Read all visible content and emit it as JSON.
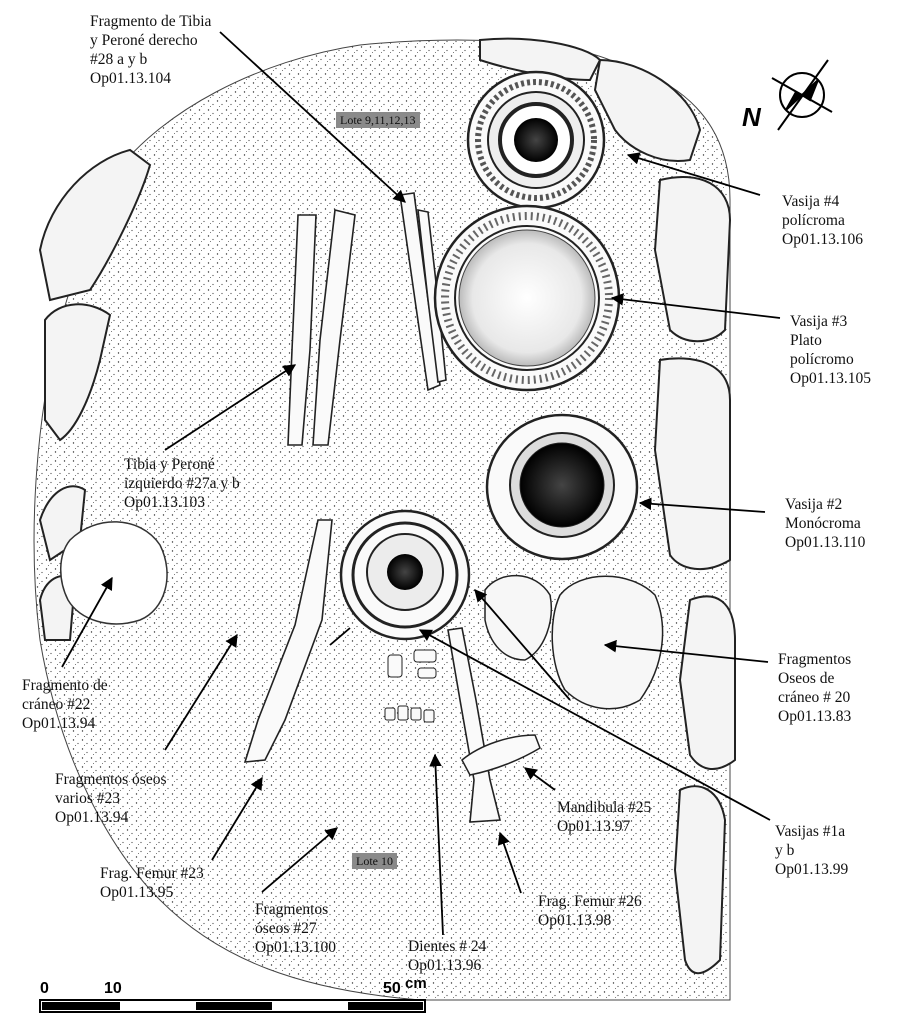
{
  "labels": {
    "tibia_derecho": [
      "Fragmento de Tibia",
      "y Peroné derecho",
      "#28 a y b",
      "Op01.13.104"
    ],
    "vasija4": [
      "Vasija #4",
      "polícroma",
      "Op01.13.106"
    ],
    "vasija3": [
      "Vasija #3",
      "Plato",
      "polícromo",
      "Op01.13.105"
    ],
    "tibia_izquierdo": [
      "Tibia y Peroné",
      "izquierdo #27a y b",
      "Op01.13.103"
    ],
    "vasija2": [
      "Vasija #2",
      "Monócroma",
      "Op01.13.110"
    ],
    "craneo22": [
      "Fragmento de",
      "cráneo #22",
      "Op01.13.94"
    ],
    "craneo20": [
      "Fragmentos",
      "Oseos  de",
      "cráneo # 20",
      "Op01.13.83"
    ],
    "varios23": [
      "Fragmentos óseos",
      "varios #23",
      "Op01.13.94"
    ],
    "mandibula25": [
      "Mandibula #25",
      "Op01.13.97"
    ],
    "vasijas1": [
      "Vasijas #1a",
      "y b",
      "Op01.13.99"
    ],
    "femur23": [
      "Frag. Femur #23",
      "Op01.13.95"
    ],
    "oseos27": [
      "Fragmentos",
      "óseos #27",
      "Op01.13.100"
    ],
    "femur26": [
      "Frag. Femur #26",
      "Op01.13.98"
    ],
    "dientes24": [
      "Dientes # 24",
      "Op01.13.96"
    ]
  },
  "lots": {
    "lote_top": "Lote 9,11,12,13",
    "lote_bottom": "Lote 10"
  },
  "north": "N",
  "scale": {
    "zero": "0",
    "ten": "10",
    "fifty": "50",
    "unit": "cm"
  }
}
